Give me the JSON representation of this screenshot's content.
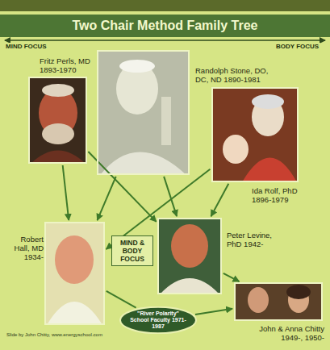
{
  "diagram": {
    "title": "Two Chair Method Family Tree",
    "nodes": [
      {
        "text": [
          "Fritz Perls, MD 1893-1970"
        ]
      },
      {
        "text": [
          "Randolph Stone, DO, DC, ND 1890-1981"
        ]
      },
      {
        "text": [
          "Ida Rolf, PhD 1896-1979"
        ]
      },
      {
        "text": [
          "Robert Hall, MD 1934-"
        ]
      },
      {
        "text": [
          "Peter Levine, PhD 1942-"
        ]
      },
      {
        "text": [
          "MIND & BODY FOCUS"
        ]
      },
      {
        "text": [
          "\"River Polarity\" School Faculty 1971-1987"
        ]
      },
      {
        "text": [
          "John & Anna Chitty 1949-, 1950-"
        ]
      }
    ],
    "edges": [
      {
        "from": 0,
        "to": 3,
        "arrow": "to"
      },
      {
        "from": 0,
        "to": 4,
        "arrow": "to"
      },
      {
        "from": 1,
        "to": 3,
        "arrow": "to"
      },
      {
        "from": 1,
        "to": 4,
        "arrow": "to"
      },
      {
        "from": 2,
        "to": 3,
        "arrow": "to"
      },
      {
        "from": 2,
        "to": 4,
        "arrow": "to"
      },
      {
        "from": 3,
        "to": 6,
        "arrow": "none"
      },
      {
        "from": 6,
        "to": 7,
        "arrow": "to"
      },
      {
        "from": 4,
        "to": 7,
        "arrow": "to"
      }
    ],
    "labels": [
      "MIND FOCUS",
      "BODY FOCUS",
      "Slide by John Chitty, www.energyschool.com"
    ]
  }
}
